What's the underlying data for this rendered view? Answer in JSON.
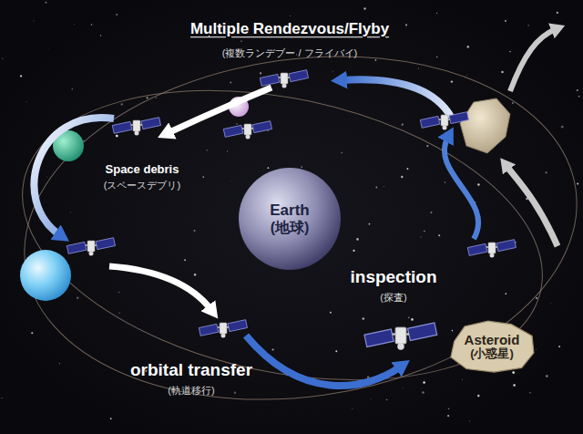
{
  "diagram": {
    "title": "Multiple Rendezvous/Flyby",
    "nodes": [
      {
        "text": [
          "Earth",
          "(地球)"
        ]
      },
      {
        "text": [
          "Asteroid",
          "(小惑星)"
        ]
      }
    ],
    "labels": [
      "(複数ランデブー / フライバイ)",
      "Space debris",
      "(スペースデブリ)",
      "inspection",
      "(探査)",
      "orbital transfer",
      "(軌道移行)"
    ]
  }
}
